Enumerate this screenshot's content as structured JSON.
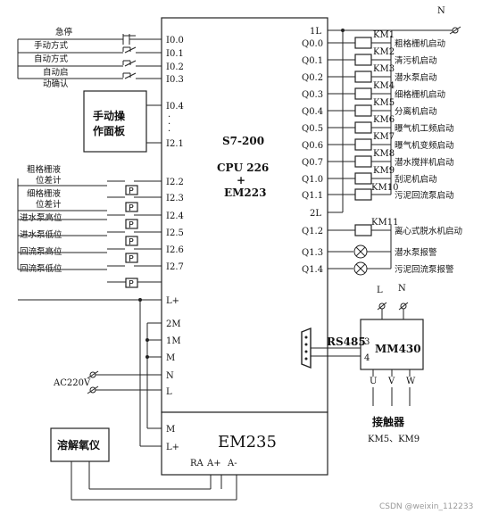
{
  "inputs": {
    "estop": "急停",
    "manual": "手动方式",
    "auto": "自动方式",
    "auto_confirm_1": "自动启",
    "auto_confirm_2": "动确认",
    "panel_1": "手动操",
    "panel_2": "作面板",
    "coarse_1": "粗格栅液",
    "coarse_2": "位差计",
    "fine_1": "细格栅液",
    "fine_2": "位差计",
    "inlet_high": "进水泵高位",
    "inlet_low": "进水泵低位",
    "return_high": "回流泵高位",
    "return_low": "回流泵低位",
    "p_symbol": "P"
  },
  "plc": {
    "model": "S7-200",
    "cpu": "CPU 226",
    "plus": "+",
    "expansion": "EM223",
    "input_labels": [
      "I0.0",
      "I0.1",
      "I0.2",
      "I0.3",
      "I0.4",
      "I2.1",
      "I2.2",
      "I2.3",
      "I2.4",
      "I2.5",
      "I2.6",
      "I2.7",
      "L+"
    ],
    "dots": "·",
    "supply_labels": [
      "2M",
      "1M",
      "M",
      "N",
      "L"
    ],
    "output_common": [
      "1L",
      "2L"
    ],
    "output_labels": [
      "Q0.0",
      "Q0.1",
      "Q0.2",
      "Q0.3",
      "Q0.4",
      "Q0.5",
      "Q0.6",
      "Q0.7",
      "Q1.0",
      "Q1.1",
      "Q1.2",
      "Q1.3",
      "Q1.4"
    ]
  },
  "outputs": {
    "km": [
      "KM1",
      "KM2",
      "KM3",
      "KM4",
      "KM5",
      "KM6",
      "KM7",
      "KM8",
      "KM9",
      "KM10",
      "KM11"
    ],
    "functions": [
      "粗格栅机启动",
      "清污机启动",
      "潜水泵启动",
      "细格栅机启动",
      "分离机启动",
      "曝气机工频启动",
      "曝气机变频启动",
      "潜水搅拌机启动",
      "刮泥机启动",
      "污泥回流泵启动",
      "离心式脱水机启动",
      "潜水泵报警",
      "污泥回流泵报警"
    ],
    "neutral": "N"
  },
  "power": {
    "ac": "AC220V"
  },
  "em235": {
    "name": "EM235",
    "m": "M",
    "lplus": "L+",
    "ra": "RA",
    "aplus": "A+",
    "aminus": "A-"
  },
  "oxygen": {
    "name": "溶解氧仪"
  },
  "drive": {
    "name": "MM430",
    "rs485": "RS485",
    "pin3": "3",
    "pin4": "4",
    "l": "L",
    "n": "N",
    "u": "U",
    "v": "V",
    "w": "W",
    "contactor": "接触器",
    "contactor_ids": "KM5、KM9"
  },
  "watermark": "CSDN @weixin_112233"
}
